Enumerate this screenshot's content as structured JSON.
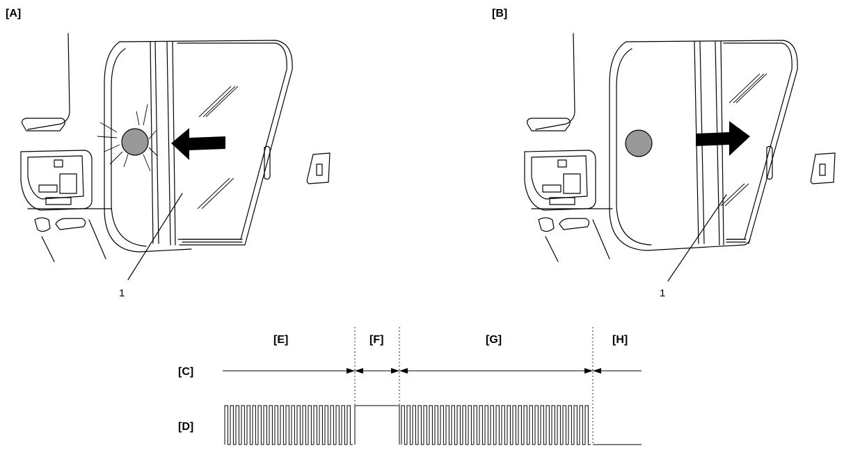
{
  "panels": [
    {
      "id": "A",
      "label": "[A]",
      "callout": "1",
      "arrow_direction": "left"
    },
    {
      "id": "B",
      "label": "[B]",
      "callout": "1",
      "arrow_direction": "right"
    }
  ],
  "timing": {
    "row_labels": {
      "c": "[C]",
      "d": "[D]"
    },
    "segments": [
      {
        "label": "[E]",
        "signal": "pulses"
      },
      {
        "label": "[F]",
        "signal": "high"
      },
      {
        "label": "[G]",
        "signal": "pulses"
      },
      {
        "label": "[H]",
        "signal": "low"
      }
    ]
  },
  "colors": {
    "line": "#000000",
    "button_fill": "#999999",
    "background": "#ffffff"
  }
}
